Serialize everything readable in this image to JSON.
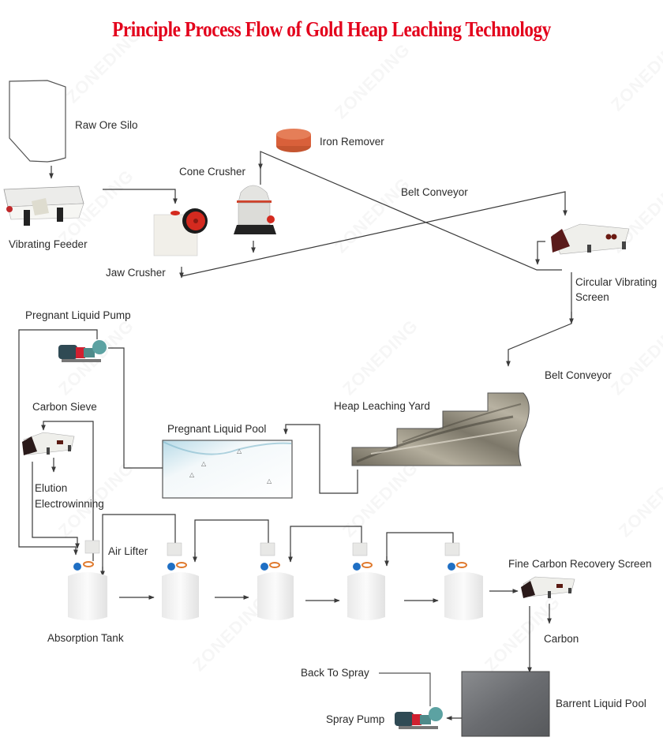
{
  "title": "Principle Process Flow of Gold Heap Leaching Technology",
  "watermark": "ZONEDING",
  "colors": {
    "title": "#e3001b",
    "line": "#3a3a3a",
    "crusher_red": "#d42a1f",
    "iron_remover": "#d9603a",
    "pump_teal": "#4e9a9a",
    "heap_brown": "#8b8577",
    "barren_pool": "#6b6d70",
    "pregnant_pool": "#eaf3f7"
  },
  "labels": {
    "raw_ore_silo": "Raw Ore Silo",
    "vibrating_feeder": "Vibrating Feeder",
    "jaw_crusher": "Jaw Crusher",
    "cone_crusher": "Cone Crusher",
    "iron_remover": "Iron Remover",
    "belt_conveyor_1": "Belt Conveyor",
    "circular_vibrating_screen_line1": "Circular Vibrating",
    "circular_vibrating_screen_line2": "Screen",
    "belt_conveyor_2": "Belt Conveyor",
    "pregnant_liquid_pump": "Pregnant Liquid Pump",
    "heap_leaching_yard": "Heap Leaching Yard",
    "pregnant_liquid_pool": "Pregnant Liquid Pool",
    "carbon_sieve": "Carbon Sieve",
    "elution": "Elution",
    "electrowinning": "Electrowinning",
    "air_lifter": "Air Lifter",
    "absorption_tank": "Absorption Tank",
    "fine_carbon_recovery_screen": "Fine Carbon Recovery Screen",
    "carbon": "Carbon",
    "back_to_spray": "Back To Spray",
    "barrent_liquid_pool": "Barrent Liquid Pool",
    "spray_pump": "Spray Pump"
  },
  "flow_steps": [
    "Raw Ore Silo",
    "Vibrating Feeder",
    "Jaw Crusher",
    "Belt Conveyor",
    "Circular Vibrating Screen",
    "Cone Crusher",
    "Iron Remover",
    "Belt Conveyor",
    "Heap Leaching Yard",
    "Pregnant Liquid Pool",
    "Pregnant Liquid Pump",
    "Absorption Tank",
    "Carbon Sieve",
    "Elution Electrowinning",
    "Fine Carbon Recovery Screen",
    "Carbon",
    "Barrent Liquid Pool",
    "Spray Pump",
    "Back To Spray"
  ],
  "absorption_tank_count": 5
}
